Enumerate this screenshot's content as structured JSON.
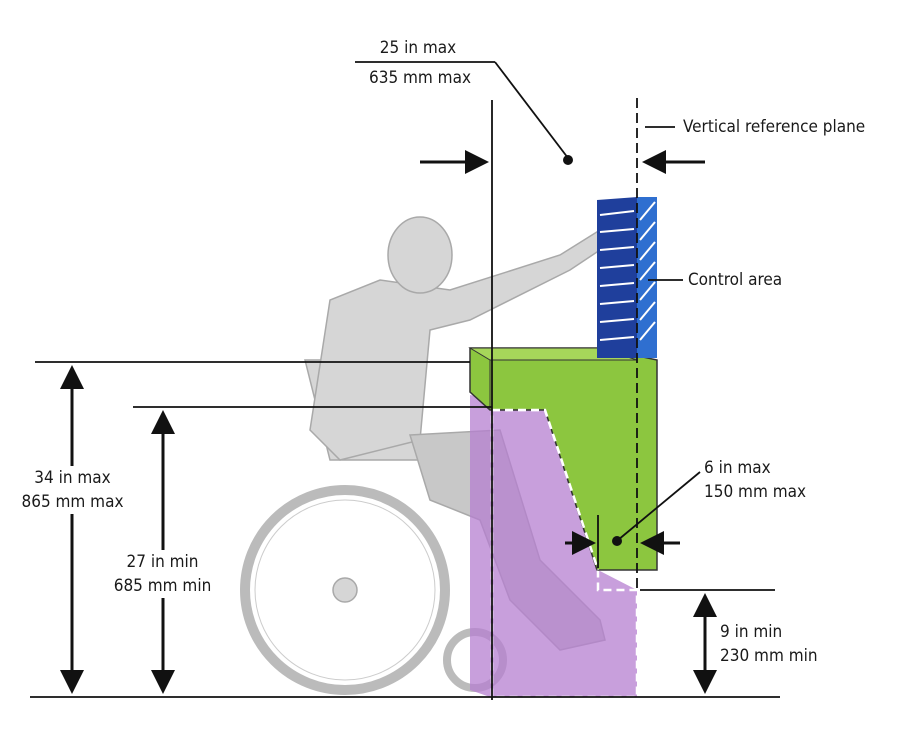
{
  "labels": {
    "reach_depth": {
      "imperial": "25 in max",
      "metric": "635 mm max"
    },
    "reference_plane": "Vertical reference plane",
    "control_area": "Control area",
    "counter_height": {
      "imperial": "34 in max",
      "metric": "865 mm max"
    },
    "knee_clearance": {
      "imperial": "27 in min",
      "metric": "685 mm min"
    },
    "toe_depth": {
      "imperial": "6 in max",
      "metric": "150 mm max"
    },
    "toe_clearance": {
      "imperial": "9 in min",
      "metric": "230 mm min"
    }
  },
  "colors": {
    "control_area": "#1f3f9c",
    "counter": "#8cc63f",
    "knee_space": "#b57fd0"
  }
}
